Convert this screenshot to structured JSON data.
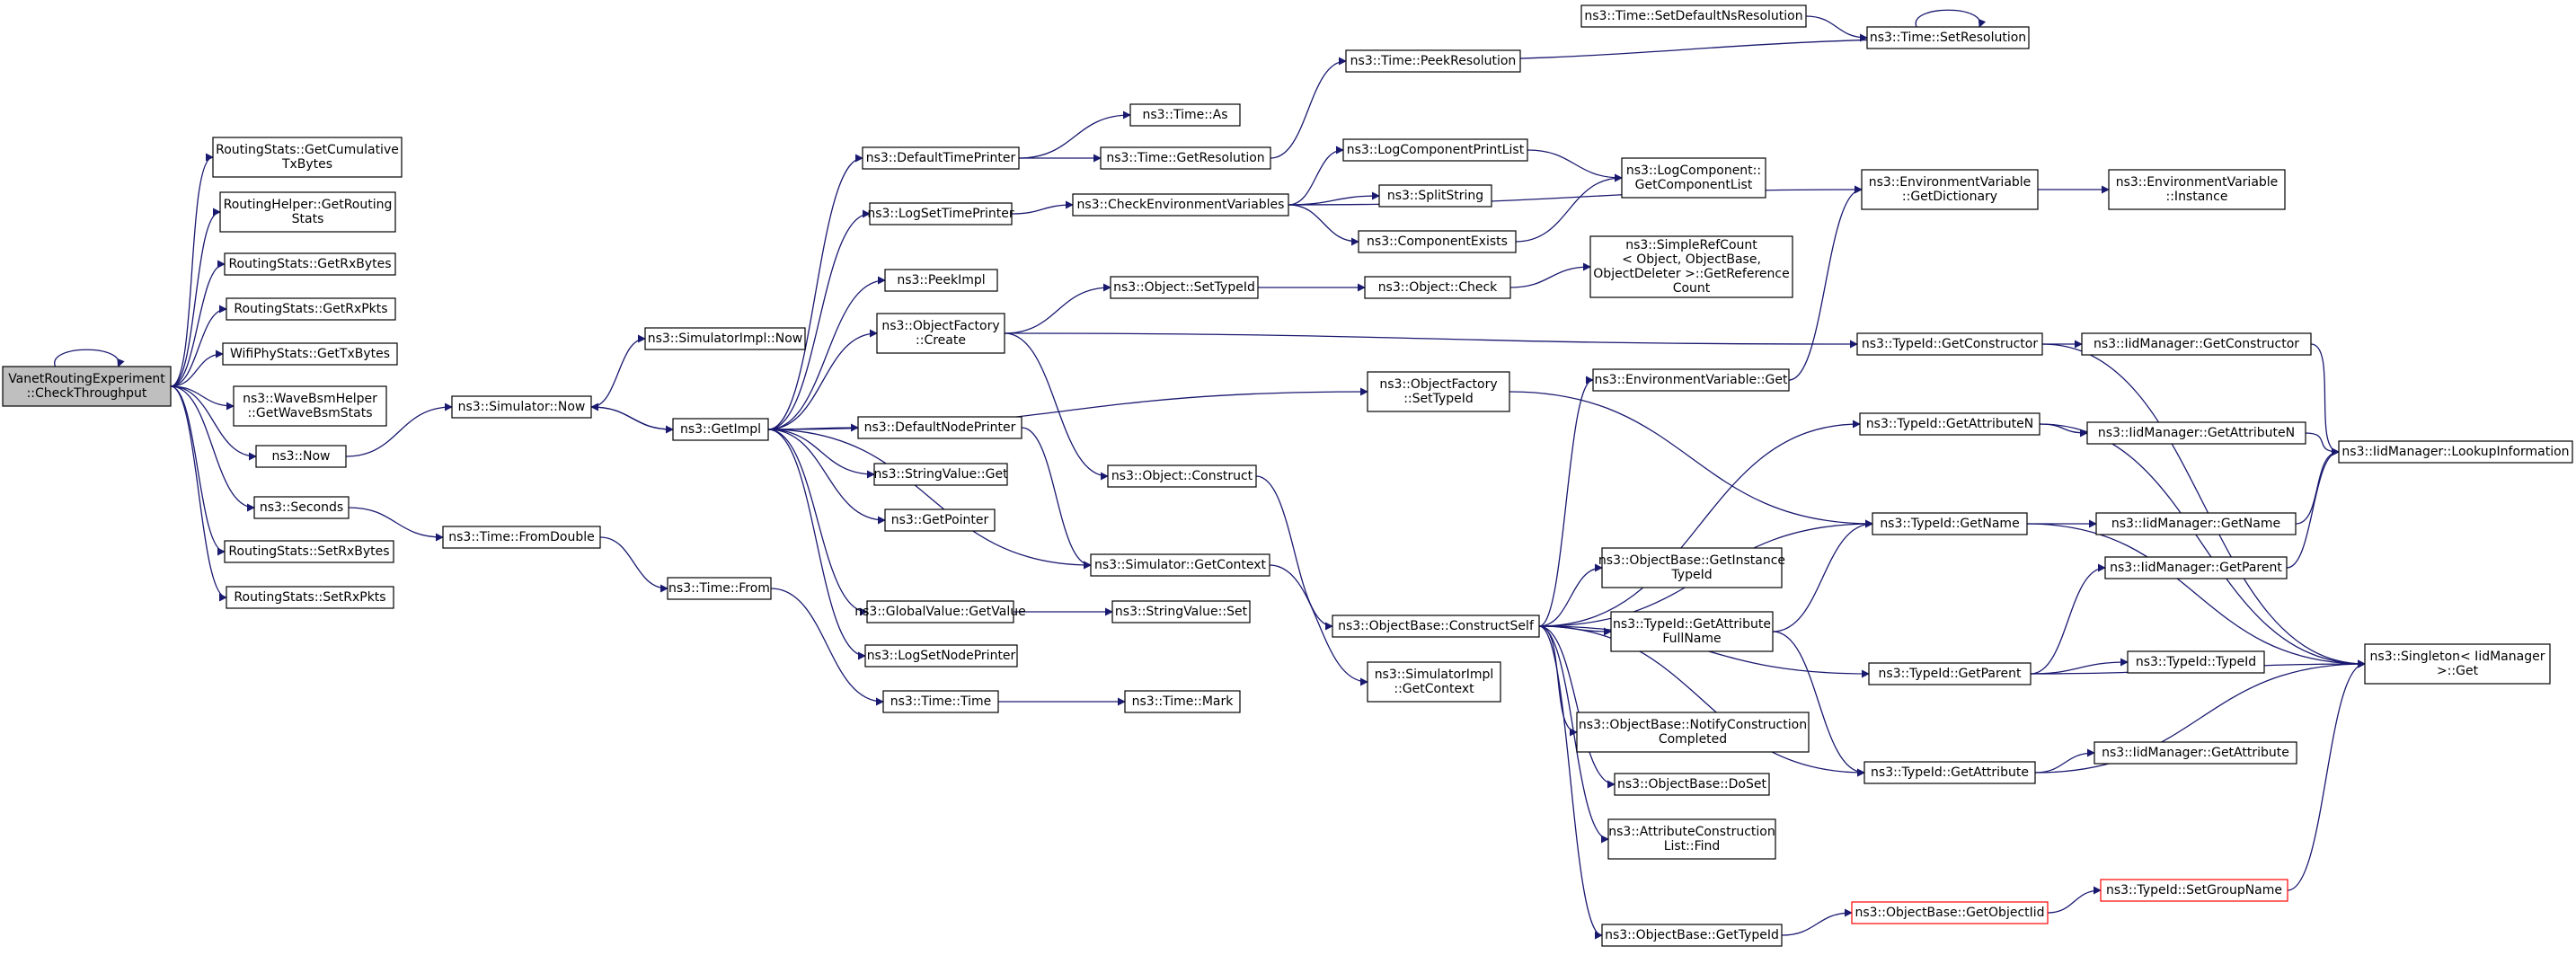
{
  "colors": {
    "edge": "#191970",
    "border": "#000000",
    "border_red": "#ff0000",
    "root_fill": "#bfbfbf",
    "fill": "#ffffff"
  },
  "nodes": [
    {
      "id": "root",
      "lines": [
        "VanetRoutingExperiment",
        "::CheckThroughput"
      ],
      "style": "root"
    },
    {
      "id": "rs_gctx",
      "lines": [
        "RoutingStats::GetCumulative",
        "TxBytes"
      ]
    },
    {
      "id": "rh_grs",
      "lines": [
        "RoutingHelper::GetRouting",
        "Stats"
      ]
    },
    {
      "id": "rs_grxb",
      "lines": [
        "RoutingStats::GetRxBytes"
      ]
    },
    {
      "id": "rs_grxp",
      "lines": [
        "RoutingStats::GetRxPkts"
      ]
    },
    {
      "id": "wps_gtx",
      "lines": [
        "WifiPhyStats::GetTxBytes"
      ]
    },
    {
      "id": "wbh",
      "lines": [
        "ns3::WaveBsmHelper",
        "::GetWaveBsmStats"
      ]
    },
    {
      "id": "now",
      "lines": [
        "ns3::Now"
      ]
    },
    {
      "id": "seconds",
      "lines": [
        "ns3::Seconds"
      ]
    },
    {
      "id": "rs_srxb",
      "lines": [
        "RoutingStats::SetRxBytes"
      ]
    },
    {
      "id": "rs_srxp",
      "lines": [
        "RoutingStats::SetRxPkts"
      ]
    },
    {
      "id": "sim_now",
      "lines": [
        "ns3::Simulator::Now"
      ]
    },
    {
      "id": "simimpl_now",
      "lines": [
        "ns3::SimulatorImpl::Now"
      ]
    },
    {
      "id": "getimpl",
      "lines": [
        "ns3::GetImpl"
      ]
    },
    {
      "id": "fromdouble",
      "lines": [
        "ns3::Time::FromDouble"
      ]
    },
    {
      "id": "time_from",
      "lines": [
        "ns3::Time::From"
      ]
    },
    {
      "id": "dtp",
      "lines": [
        "ns3::DefaultTimePrinter"
      ]
    },
    {
      "id": "lstp",
      "lines": [
        "ns3::LogSetTimePrinter"
      ]
    },
    {
      "id": "peekimpl",
      "lines": [
        "ns3::PeekImpl"
      ]
    },
    {
      "id": "of_create",
      "lines": [
        "ns3::ObjectFactory",
        "::Create"
      ]
    },
    {
      "id": "dnp",
      "lines": [
        "ns3::DefaultNodePrinter"
      ]
    },
    {
      "id": "sv_get",
      "lines": [
        "ns3::StringValue::Get"
      ]
    },
    {
      "id": "getpointer",
      "lines": [
        "ns3::GetPointer"
      ]
    },
    {
      "id": "gv_getvalue",
      "lines": [
        "ns3::GlobalValue::GetValue"
      ]
    },
    {
      "id": "lsnp",
      "lines": [
        "ns3::LogSetNodePrinter"
      ]
    },
    {
      "id": "time_time",
      "lines": [
        "ns3::Time::Time"
      ]
    },
    {
      "id": "time_as",
      "lines": [
        "ns3::Time::As"
      ]
    },
    {
      "id": "time_getres",
      "lines": [
        "ns3::Time::GetResolution"
      ]
    },
    {
      "id": "cev",
      "lines": [
        "ns3::CheckEnvironmentVariables"
      ]
    },
    {
      "id": "obj_settypeid",
      "lines": [
        "ns3::Object::SetTypeId"
      ]
    },
    {
      "id": "obj_construct",
      "lines": [
        "ns3::Object::Construct"
      ]
    },
    {
      "id": "sv_set",
      "lines": [
        "ns3::StringValue::Set"
      ]
    },
    {
      "id": "sim_getctx",
      "lines": [
        "ns3::Simulator::GetContext"
      ]
    },
    {
      "id": "time_mark",
      "lines": [
        "ns3::Time::Mark"
      ]
    },
    {
      "id": "peekres",
      "lines": [
        "ns3::Time::PeekResolution"
      ]
    },
    {
      "id": "lcpl",
      "lines": [
        "ns3::LogComponentPrintList"
      ]
    },
    {
      "id": "splitstring",
      "lines": [
        "ns3::SplitString"
      ]
    },
    {
      "id": "compexists",
      "lines": [
        "ns3::ComponentExists"
      ]
    },
    {
      "id": "obj_check",
      "lines": [
        "ns3::Object::Check"
      ]
    },
    {
      "id": "of_settypeid",
      "lines": [
        "ns3::ObjectFactory",
        "::SetTypeId"
      ]
    },
    {
      "id": "obc_self",
      "lines": [
        "ns3::ObjectBase::ConstructSelf"
      ]
    },
    {
      "id": "simimpl_getctx",
      "lines": [
        "ns3::SimulatorImpl",
        "::GetContext"
      ]
    },
    {
      "id": "setdefns",
      "lines": [
        "ns3::Time::SetDefaultNsResolution"
      ]
    },
    {
      "id": "lc_gcl",
      "lines": [
        "ns3::LogComponent::",
        "GetComponentList"
      ]
    },
    {
      "id": "srcount",
      "lines": [
        "ns3::SimpleRefCount",
        "< Object, ObjectBase,",
        "ObjectDeleter >::GetReference",
        "Count"
      ]
    },
    {
      "id": "ev_get",
      "lines": [
        "ns3::EnvironmentVariable::Get"
      ]
    },
    {
      "id": "ob_getinst",
      "lines": [
        "ns3::ObjectBase::GetInstance",
        "TypeId"
      ]
    },
    {
      "id": "tid_gafn",
      "lines": [
        "ns3::TypeId::GetAttribute",
        "FullName"
      ]
    },
    {
      "id": "ob_notify",
      "lines": [
        "ns3::ObjectBase::NotifyConstruction",
        "Completed"
      ]
    },
    {
      "id": "ob_doset",
      "lines": [
        "ns3::ObjectBase::DoSet"
      ]
    },
    {
      "id": "acl_find",
      "lines": [
        "ns3::AttributeConstruction",
        "List::Find"
      ]
    },
    {
      "id": "ob_gettypeid",
      "lines": [
        "ns3::ObjectBase::GetTypeId"
      ]
    },
    {
      "id": "setres",
      "lines": [
        "ns3::Time::SetResolution"
      ]
    },
    {
      "id": "ev_getdict",
      "lines": [
        "ns3::EnvironmentVariable",
        "::GetDictionary"
      ]
    },
    {
      "id": "tid_getctor",
      "lines": [
        "ns3::TypeId::GetConstructor"
      ]
    },
    {
      "id": "tid_gan",
      "lines": [
        "ns3::TypeId::GetAttributeN"
      ]
    },
    {
      "id": "tid_getname",
      "lines": [
        "ns3::TypeId::GetName"
      ]
    },
    {
      "id": "tid_getparent",
      "lines": [
        "ns3::TypeId::GetParent"
      ]
    },
    {
      "id": "tid_getattr",
      "lines": [
        "ns3::TypeId::GetAttribute"
      ]
    },
    {
      "id": "ob_getobjiid",
      "lines": [
        "ns3::ObjectBase::GetObjectIid"
      ],
      "style": "red"
    },
    {
      "id": "ev_instance",
      "lines": [
        "ns3::EnvironmentVariable",
        "::Instance"
      ]
    },
    {
      "id": "iid_getctor",
      "lines": [
        "ns3::IidManager::GetConstructor"
      ]
    },
    {
      "id": "iid_gan",
      "lines": [
        "ns3::IidManager::GetAttributeN"
      ]
    },
    {
      "id": "iid_getname",
      "lines": [
        "ns3::IidManager::GetName"
      ]
    },
    {
      "id": "iid_getparent",
      "lines": [
        "ns3::IidManager::GetParent"
      ]
    },
    {
      "id": "tid_typeid",
      "lines": [
        "ns3::TypeId::TypeId"
      ]
    },
    {
      "id": "iid_getattr",
      "lines": [
        "ns3::IidManager::GetAttribute"
      ]
    },
    {
      "id": "tid_setgroup",
      "lines": [
        "ns3::TypeId::SetGroupName"
      ],
      "style": "red"
    },
    {
      "id": "iid_lookup",
      "lines": [
        "ns3::IidManager::LookupInformation"
      ]
    },
    {
      "id": "singleton",
      "lines": [
        "ns3::Singleton< IidManager",
        ">::Get"
      ]
    }
  ]
}
